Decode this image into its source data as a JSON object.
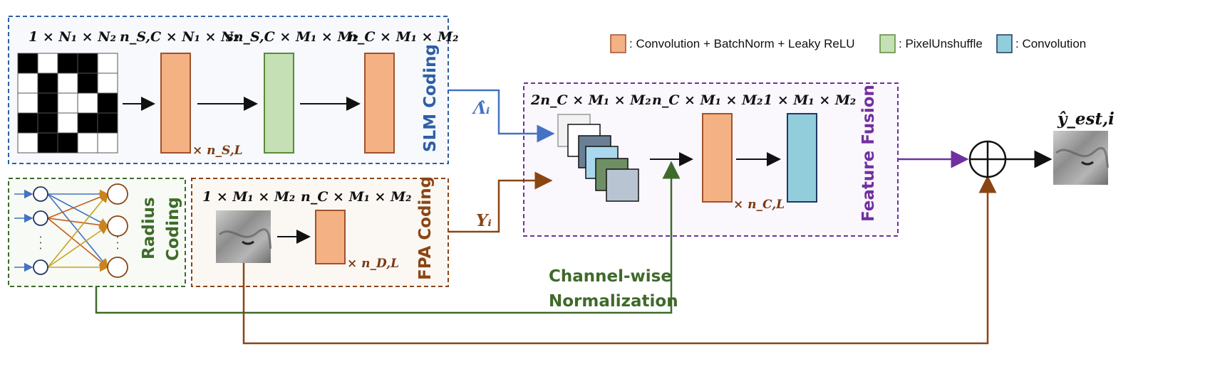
{
  "colors": {
    "conv_bn_lrelu": "#f4b183",
    "pixel_unshuffle": "#c5e0b4",
    "convolution": "#92cddc",
    "slm_blue": "#2e5fa6",
    "fpa_brown": "#8b4513",
    "radius_green": "#3e6b2a",
    "fusion_purple": "#7030a0",
    "arrow_blue": "#4472c4"
  },
  "legend": {
    "conv_bn_lrelu": ": Convolution + BatchNorm + Leaky ReLU",
    "pixel_unshuffle": ": PixelUnshuffle",
    "convolution": ": Convolution"
  },
  "slm": {
    "label": "SLM Coding",
    "dims": [
      "1 × N₁ × N₂",
      "n_S,C × N₁ × N₂",
      "sn_S,C × M₁ × M₂",
      "n_C × M₁ × M₂"
    ],
    "repeat": "× n_S,L"
  },
  "radius": {
    "label_line1": "Radius",
    "label_line2": "Coding"
  },
  "fpa": {
    "label": "FPA Coding",
    "dims": [
      "1 × M₁ × M₂",
      "n_C × M₁ × M₂"
    ],
    "repeat": "× n_D,L"
  },
  "fusion": {
    "label": "Feature Fusion",
    "dims": [
      "2n_C × M₁ × M₂",
      "n_C × M₁ × M₂",
      "1 × M₁ × M₂"
    ],
    "repeat": "× n_C,L"
  },
  "symbols": {
    "lambda_hat": "Λ̂ᵢ",
    "y_i": "Yᵢ",
    "y_est": "ŷ_est,i"
  },
  "normalization": {
    "line1": "Channel-wise",
    "line2": "Normalization"
  }
}
